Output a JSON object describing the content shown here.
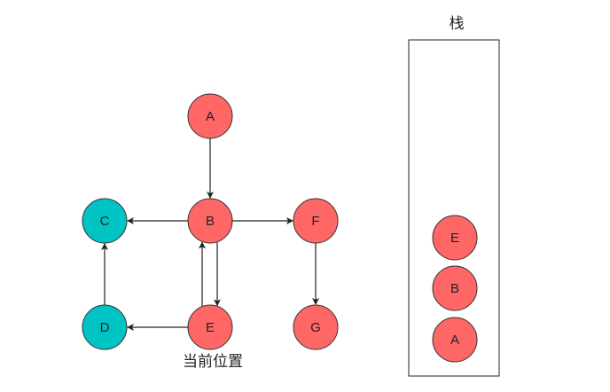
{
  "colors": {
    "visited": "#ff6666",
    "unvisited": "#00c4c4",
    "stroke": "#333333",
    "edge": "#222222"
  },
  "graph": {
    "nodes": [
      {
        "id": "A",
        "label": "A",
        "state": "visited"
      },
      {
        "id": "B",
        "label": "B",
        "state": "visited"
      },
      {
        "id": "C",
        "label": "C",
        "state": "unvisited"
      },
      {
        "id": "F",
        "label": "F",
        "state": "visited"
      },
      {
        "id": "D",
        "label": "D",
        "state": "unvisited"
      },
      {
        "id": "E",
        "label": "E",
        "state": "visited"
      },
      {
        "id": "G",
        "label": "G",
        "state": "visited"
      }
    ],
    "edges": [
      {
        "from": "A",
        "to": "B"
      },
      {
        "from": "B",
        "to": "C"
      },
      {
        "from": "B",
        "to": "F"
      },
      {
        "from": "B",
        "to": "E"
      },
      {
        "from": "E",
        "to": "B"
      },
      {
        "from": "E",
        "to": "D"
      },
      {
        "from": "D",
        "to": "C"
      },
      {
        "from": "F",
        "to": "G"
      }
    ],
    "current_label": "当前位置"
  },
  "stack": {
    "title": "栈",
    "items_top_to_bottom": [
      "E",
      "B",
      "A"
    ]
  }
}
